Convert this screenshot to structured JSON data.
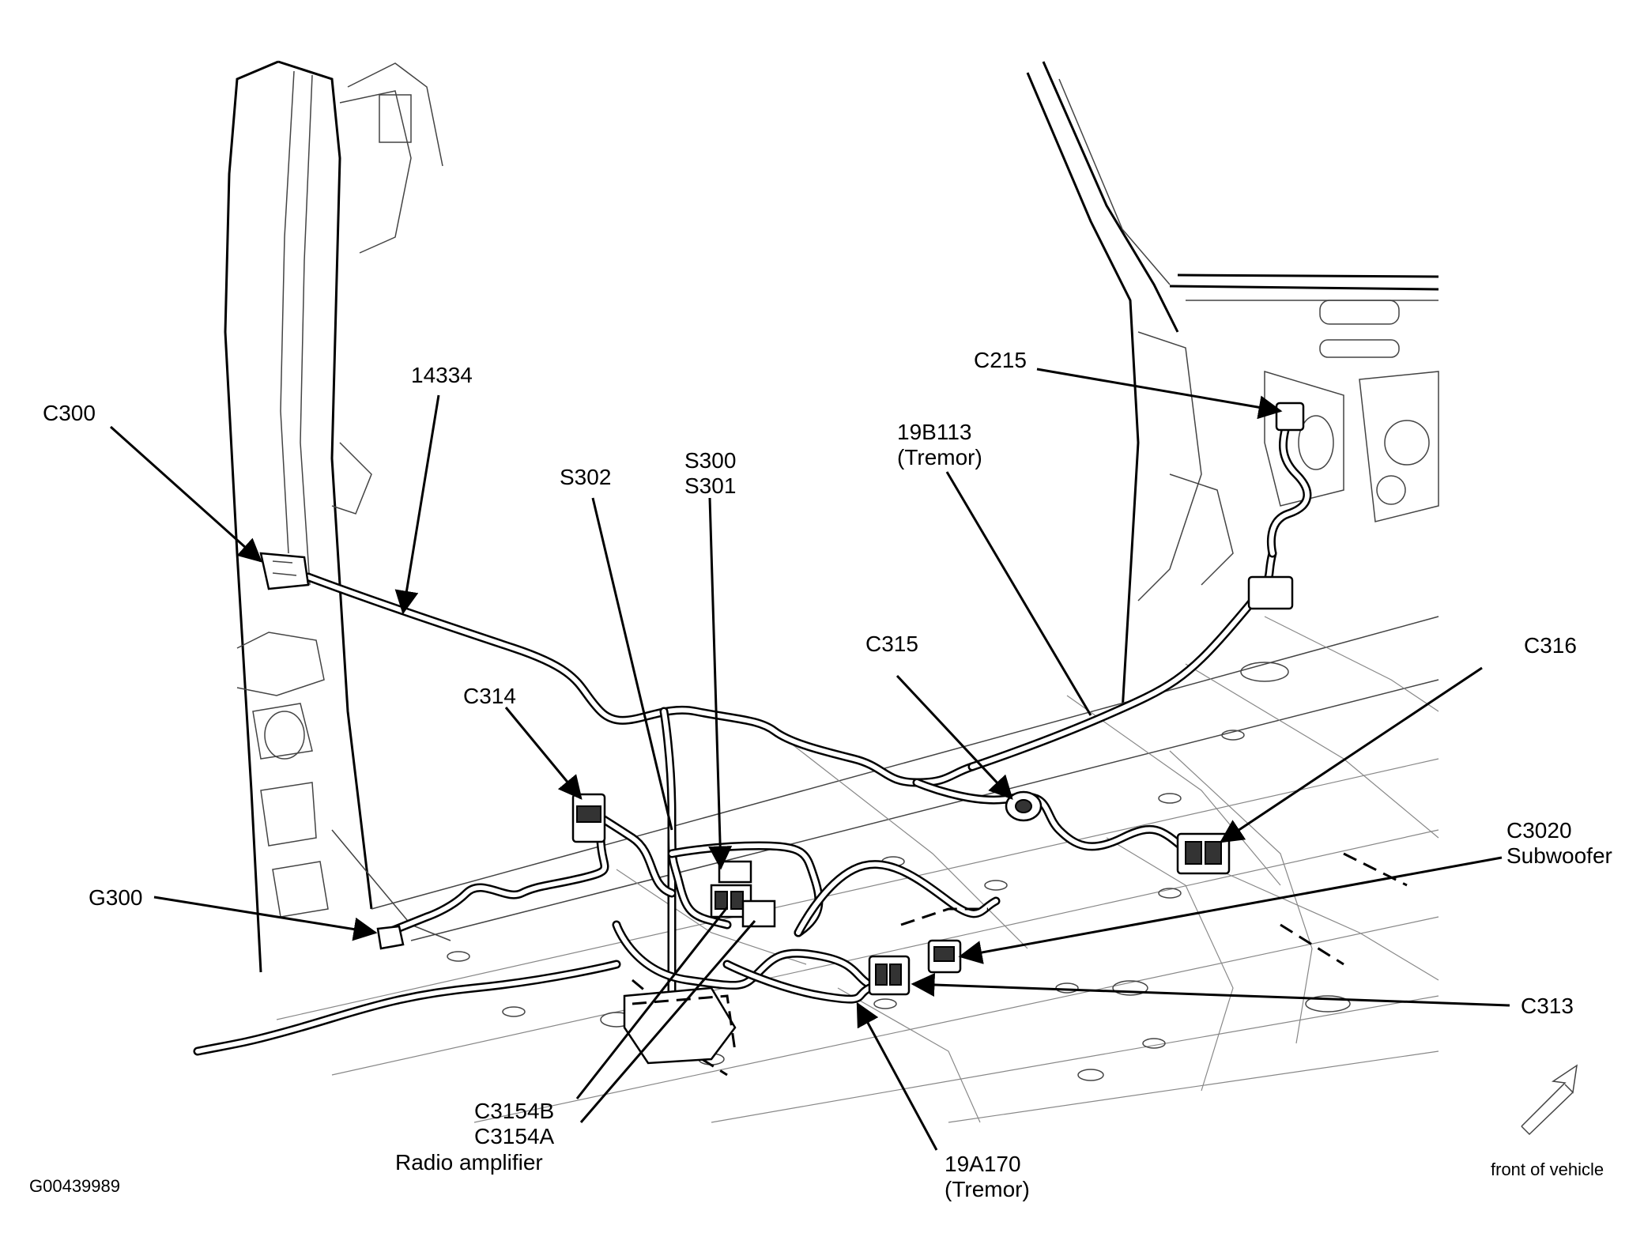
{
  "diagram_id": "G00439989",
  "orientation_note": "front of vehicle",
  "labels": {
    "c300": "C300",
    "n14334": "14334",
    "s302": "S302",
    "s300": "S300",
    "s301": "S301",
    "c314": "C314",
    "g300": "G300",
    "c215": "C215",
    "n19b113": "19B113",
    "n19b113_sub": "(Tremor)",
    "c315": "C315",
    "c316": "C316",
    "c3020": "C3020",
    "c3020_sub": "Subwoofer",
    "c313": "C313",
    "c3154b": "C3154B",
    "c3154a": "C3154A",
    "radio_amp": "Radio amplifier",
    "n19a170": "19A170",
    "n19a170_sub": "(Tremor)"
  },
  "colors": {
    "ink": "#000000",
    "paper": "#ffffff"
  }
}
